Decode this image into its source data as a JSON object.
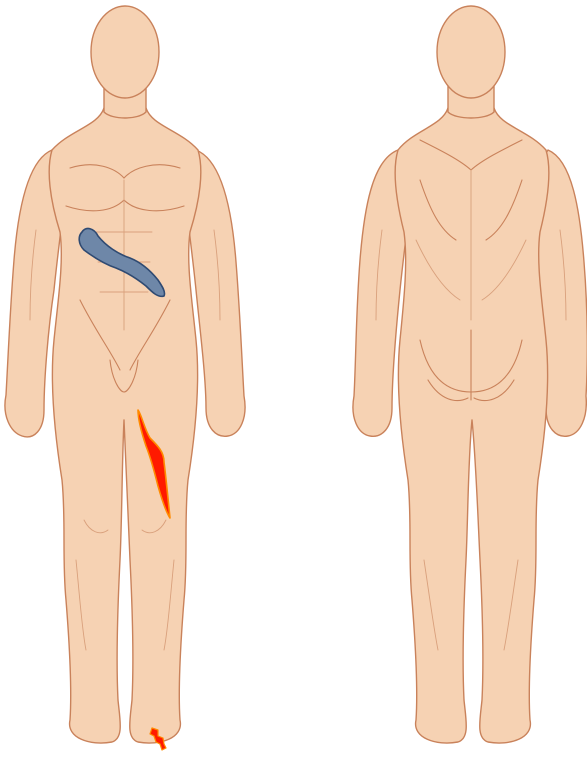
{
  "figures": [
    {
      "view": "front"
    },
    {
      "view": "back"
    }
  ],
  "markings": [
    {
      "kind": "lesion",
      "region": "abdomen",
      "color": "#6e87a8",
      "outline": "#2f4a72"
    },
    {
      "kind": "lesion",
      "region": "right-thigh",
      "color": "#ff1a00",
      "outline": "#ff8a00"
    },
    {
      "kind": "lesion",
      "region": "right-foot",
      "color": "#ff1a00",
      "outline": "#ff8a00"
    }
  ],
  "colors": {
    "skin": "#f6d2b3",
    "outline": "#c9825b",
    "background": "#ffffff"
  }
}
